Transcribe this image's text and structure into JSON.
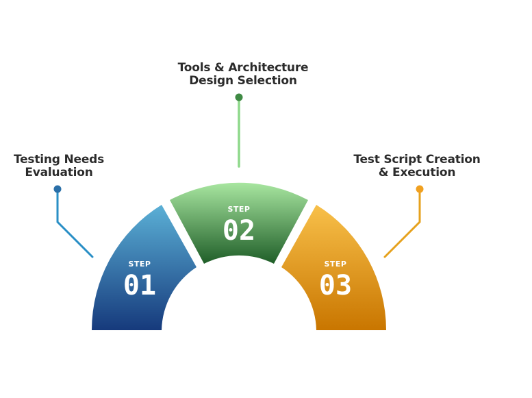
{
  "steps": [
    {
      "label": "STEP",
      "number": "01",
      "caption_line1": "Testing Needs",
      "caption_line2": "Evaluation",
      "color_light": "#5bb0d6",
      "color_dark": "#163a7c",
      "connector_color": "#2a8fc6",
      "dot_color": "#2a6fa8"
    },
    {
      "label": "STEP",
      "number": "02",
      "caption_line1": "Tools & Architecture",
      "caption_line2": "Design Selection",
      "color_light": "#a8e6a0",
      "color_dark": "#1f5e28",
      "connector_color": "#8ed88a",
      "dot_color": "#3f8a44"
    },
    {
      "label": "STEP",
      "number": "03",
      "caption_line1": "Test Script Creation",
      "caption_line2": "& Execution",
      "color_light": "#f8c04a",
      "color_dark": "#c97600",
      "connector_color": "#e6a21e",
      "dot_color": "#f0a020"
    }
  ]
}
